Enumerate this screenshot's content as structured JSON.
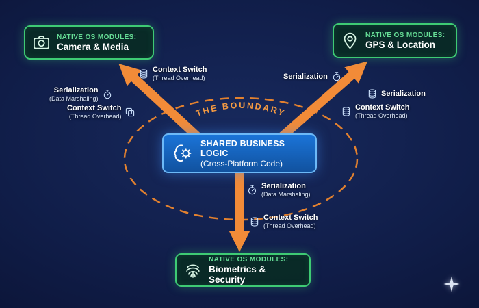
{
  "boundary": {
    "label": "THE BOUNDARY"
  },
  "center": {
    "line1": "SHARED BUSINESS LOGIC",
    "line2": "(Cross-Platform Code)"
  },
  "modules": {
    "camera": {
      "heading": "NATIVE OS MODULES:",
      "name": "Camera & Media"
    },
    "gps": {
      "heading": "NATIVE OS MODULES:",
      "name": "GPS & Location"
    },
    "biometrics": {
      "heading": "NATIVE OS MODULES:",
      "name": "Biometrics & Security"
    }
  },
  "overhead_labels": {
    "left_context_top": {
      "line1": "Context Switch",
      "line2": "(Thread Overhead)"
    },
    "left_serialization": {
      "line1": "Serialization",
      "line2": "(Data Marshaling)"
    },
    "left_context_bottom": {
      "line1": "Context Switch",
      "line2": "(Thread Overhead)"
    },
    "right_serialization_top": {
      "line1": "Serialization"
    },
    "right_serialization_side": {
      "line1": "Serialization"
    },
    "right_context": {
      "line1": "Context Switch",
      "line2": "(Thread Overhead)"
    },
    "bottom_serialization": {
      "line1": "Serialization",
      "line2": "(Data Marshaling)"
    },
    "bottom_context": {
      "line1": "Context Switch",
      "line2": "(Thread Overhead)"
    }
  },
  "icons": {
    "camera": "camera-outline",
    "gps": "map-pin",
    "biometrics": "fingerprint",
    "center": "brain-gear",
    "stopwatch": "stopwatch",
    "database": "database-cylinder",
    "layers": "stacked-layers",
    "sparkle": "four-point-star"
  },
  "colors": {
    "background": "#101d48",
    "module_border": "#3ecb74",
    "module_heading": "#66dd96",
    "center_fill": "#1668c4",
    "center_border": "#6db9f7",
    "arrow": "#f28b38",
    "boundary": "#e2812f",
    "text": "#ffffff"
  }
}
